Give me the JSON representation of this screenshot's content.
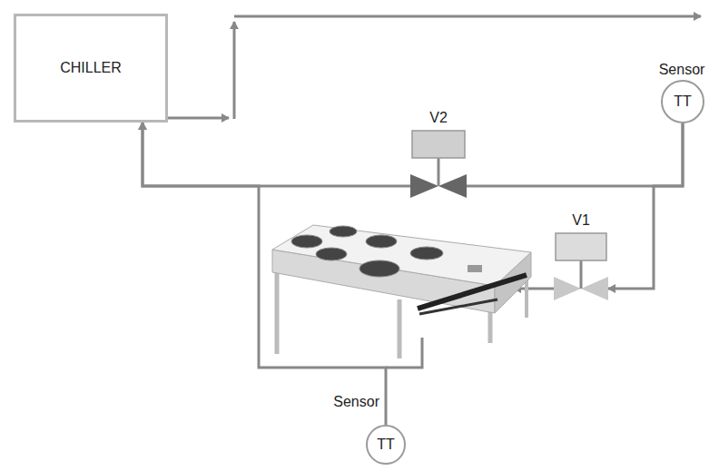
{
  "diagram": {
    "nodes": [
      {
        "text": [
          "CHILLER"
        ]
      },
      {
        "text": [
          "V2"
        ]
      },
      {
        "text": [
          "Sensor",
          "TT"
        ]
      },
      {
        "text": [
          "V1"
        ]
      },
      {
        "text": [
          "Sensor",
          "TT"
        ]
      }
    ],
    "edges": [
      {
        "from": 1,
        "to": 0,
        "arrow": "to"
      },
      {
        "from": 2,
        "to": 1,
        "arrow": "none"
      },
      {
        "from": 2,
        "to": 3,
        "arrow": "to"
      },
      {
        "from": 4,
        "to": 0,
        "arrow": "to"
      }
    ]
  }
}
